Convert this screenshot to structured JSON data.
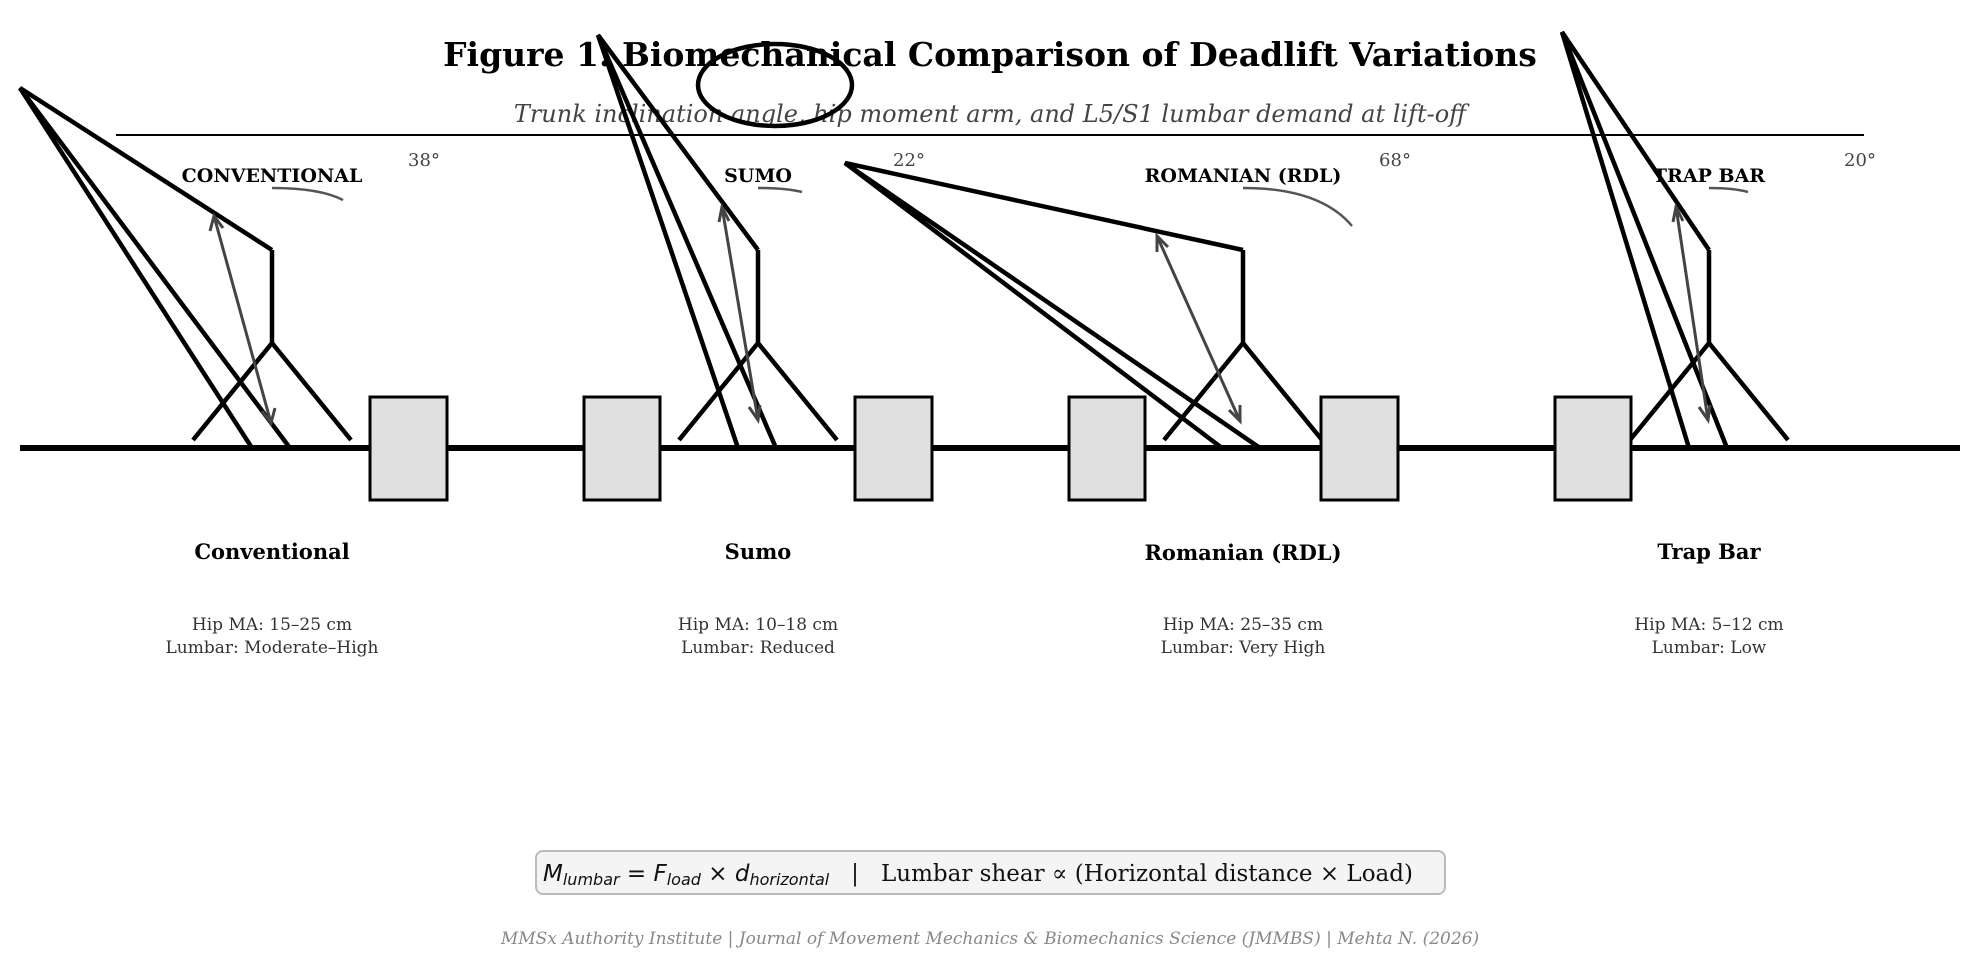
{
  "figure": {
    "title": "Figure 1. Biomechanical Comparison of Deadlift Variations",
    "subtitle": "Trunk inclination angle, hip moment arm, and L5/S1 lumbar demand at lift-off"
  },
  "variations": [
    {
      "header": "CONVENTIONAL",
      "angle_label": "38°",
      "name": "Conventional",
      "hip_ma": "Hip MA: 15–25 cm",
      "lumbar": "Lumbar: Moderate–High"
    },
    {
      "header": "SUMO",
      "angle_label": "22°",
      "name": "Sumo",
      "hip_ma": "Hip MA: 10–18 cm",
      "lumbar": "Lumbar: Reduced"
    },
    {
      "header": "ROMANIAN (RDL)",
      "angle_label": "68°",
      "name": "Romanian (RDL)",
      "hip_ma": "Hip MA: 25–35 cm",
      "lumbar": "Lumbar: Very High"
    },
    {
      "header": "TRAP BAR",
      "angle_label": "20°",
      "name": "Trap Bar",
      "hip_ma": "Hip MA: 5–12 cm",
      "lumbar": "Lumbar: Low"
    }
  ],
  "equation": {
    "lhs_symbol": "M",
    "lhs_sub": "lumbar",
    "f_symbol": "F",
    "f_sub": "load",
    "d_symbol": "d",
    "d_sub": "horizontal",
    "separator": "|",
    "text": "Lumbar shear ∝ (Horizontal distance × Load)"
  },
  "footer": "MMSx Authority Institute | Journal of Movement Mechanics & Biomechanics Science (JMMBS) | Mehta N. (2026)"
}
